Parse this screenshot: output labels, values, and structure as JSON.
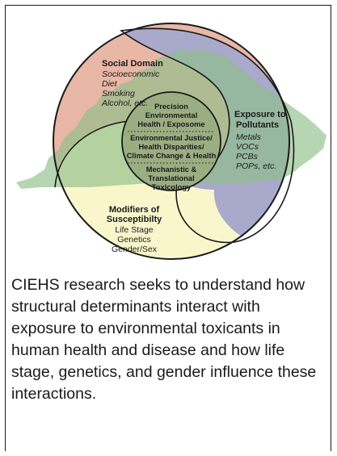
{
  "colors": {
    "social": "#E8B7A6",
    "exposure": "#A9A9CB",
    "modifiers": "#FAF6CC",
    "center": "#9AAE82",
    "state_map": "#8FBF88",
    "outline": "#1a1a1a"
  },
  "diagram": {
    "social_domain": {
      "title": "Social Domain",
      "items": [
        "Socioeconomic",
        "Diet",
        "Smoking",
        "Alcohol, etc."
      ]
    },
    "exposure": {
      "title_lines": [
        "Exposure to",
        "Pollutants"
      ],
      "items": [
        "Metals",
        "VOCs",
        "PCBs",
        "POPs, etc."
      ]
    },
    "modifiers": {
      "title_lines": [
        "Modifiers of",
        "Susceptibilty"
      ],
      "items": [
        "Life Stage",
        "Genetics",
        "Gender/Sex"
      ]
    },
    "center": {
      "section1": [
        "Precision",
        "Environmental",
        "Health / Exposome"
      ],
      "section2": [
        "Environmental Justice/",
        "Health Disparities/",
        "Climate Change & Health"
      ],
      "section3": [
        "Mechanistic &",
        "Translational",
        "Toxicology"
      ]
    }
  },
  "caption": "CIEHS research seeks to understand how structural determinants interact with exposure to environmental toxicants in human health and disease and how life stage, genetics, and gender influence these interactions."
}
